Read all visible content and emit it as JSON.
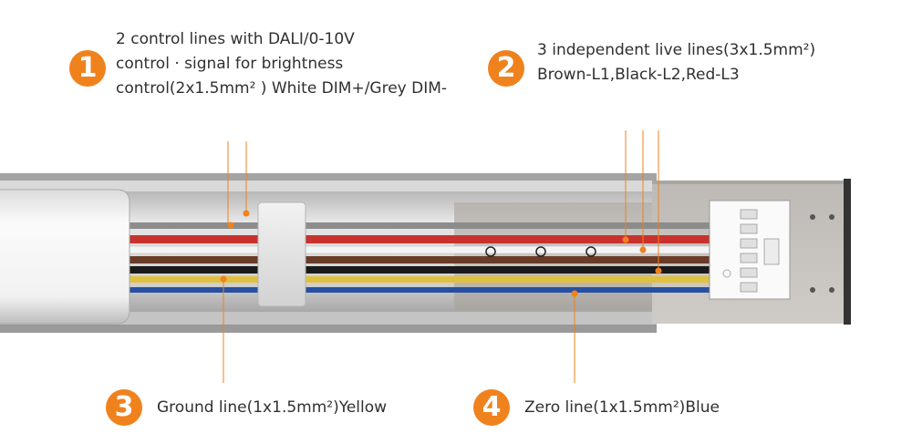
{
  "callouts": [
    {
      "number": "1",
      "lines": [
        "2 control lines with DALI/0-10V",
        "control · signal for brightness",
        "control(2x1.5mm² ) White DIM+/Grey DIM-"
      ]
    },
    {
      "number": "2",
      "lines": [
        "3 independent live lines(3x1.5mm²)",
        "Brown-L1,Black-L2,Red-L3"
      ]
    },
    {
      "number": "3",
      "lines": [
        "Ground line(1x1.5mm²)Yellow"
      ]
    },
    {
      "number": "4",
      "lines": [
        "Zero line(1x1.5mm²)Blue"
      ]
    }
  ],
  "colors": {
    "accent": "#f0821e",
    "rail": "#c8c8c8",
    "wire_red": "#c8322d",
    "wire_white": "#f4f4f4",
    "wire_brown": "#6a3c28",
    "wire_black": "#1a1a1a",
    "wire_grey": "#8c8c8c",
    "wire_yellow": "#e0c040",
    "wire_blue": "#2850a0"
  }
}
